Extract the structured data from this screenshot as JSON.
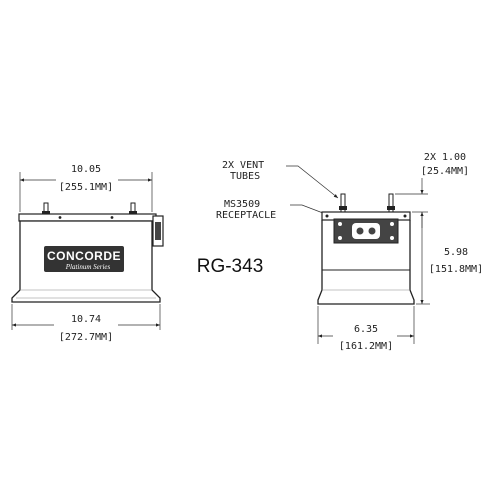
{
  "model": "RG-343",
  "front_view": {
    "logo_text": "CONCORDE",
    "logo_subtext": "Platinum Series",
    "top_width_in": "10.05",
    "top_width_mm": "[255.1MM]",
    "bottom_width_in": "10.74",
    "bottom_width_mm": "[272.7MM]"
  },
  "side_view": {
    "vent_label_line1": "2X VENT",
    "vent_label_line2": "TUBES",
    "receptacle_label_line1": "MS3509",
    "receptacle_label_line2": "RECEPTACLE",
    "vent_height_in": "2X 1.00",
    "vent_height_mm": "[25.4MM]",
    "height_in": "5.98",
    "height_mm": "[151.8MM]",
    "width_in": "6.35",
    "width_mm": "[161.2MM]"
  }
}
